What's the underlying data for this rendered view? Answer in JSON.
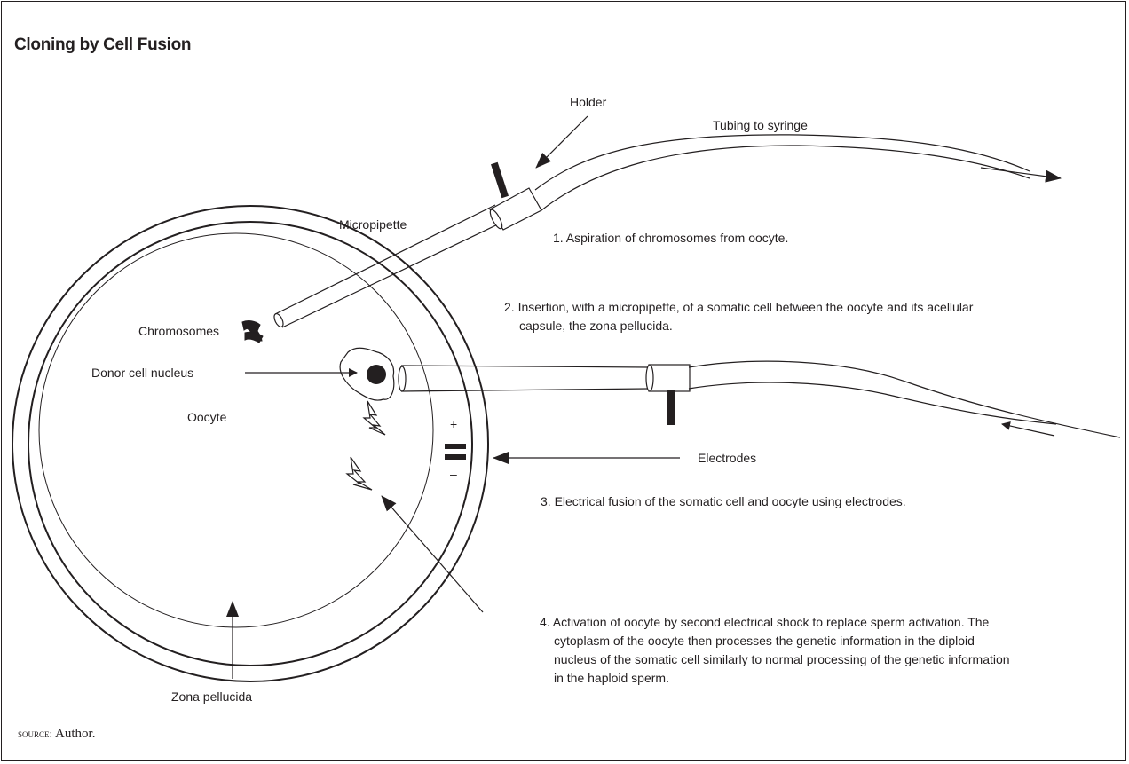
{
  "title": "Cloning by Cell Fusion",
  "labels": {
    "holder": "Holder",
    "tubing": "Tubing to syringe",
    "micropipette": "Micropipette",
    "chromosomes": "Chromosomes",
    "donor_nucleus": "Donor cell nucleus",
    "oocyte": "Oocyte",
    "electrodes": "Electrodes",
    "zona": "Zona pellucida",
    "plus": "+",
    "minus": "–"
  },
  "steps": [
    [
      "1.  Aspiration of chromosomes from oocyte."
    ],
    [
      "2.  Insertion, with a micropipette, of a somatic cell between the oocyte and its acellular",
      "capsule, the zona pellucida."
    ],
    [
      "3. Electrical fusion of the somatic cell and oocyte using electrodes."
    ],
    [
      "4. Activation of oocyte by second electrical shock to replace sperm activation.  The",
      "cytoplasm of the oocyte then processes the genetic information in the diploid",
      "nucleus of the somatic cell similarly to normal processing of the genetic information",
      "in the haploid sperm."
    ]
  ],
  "source": {
    "prefix": "source:",
    "text": " Author."
  }
}
